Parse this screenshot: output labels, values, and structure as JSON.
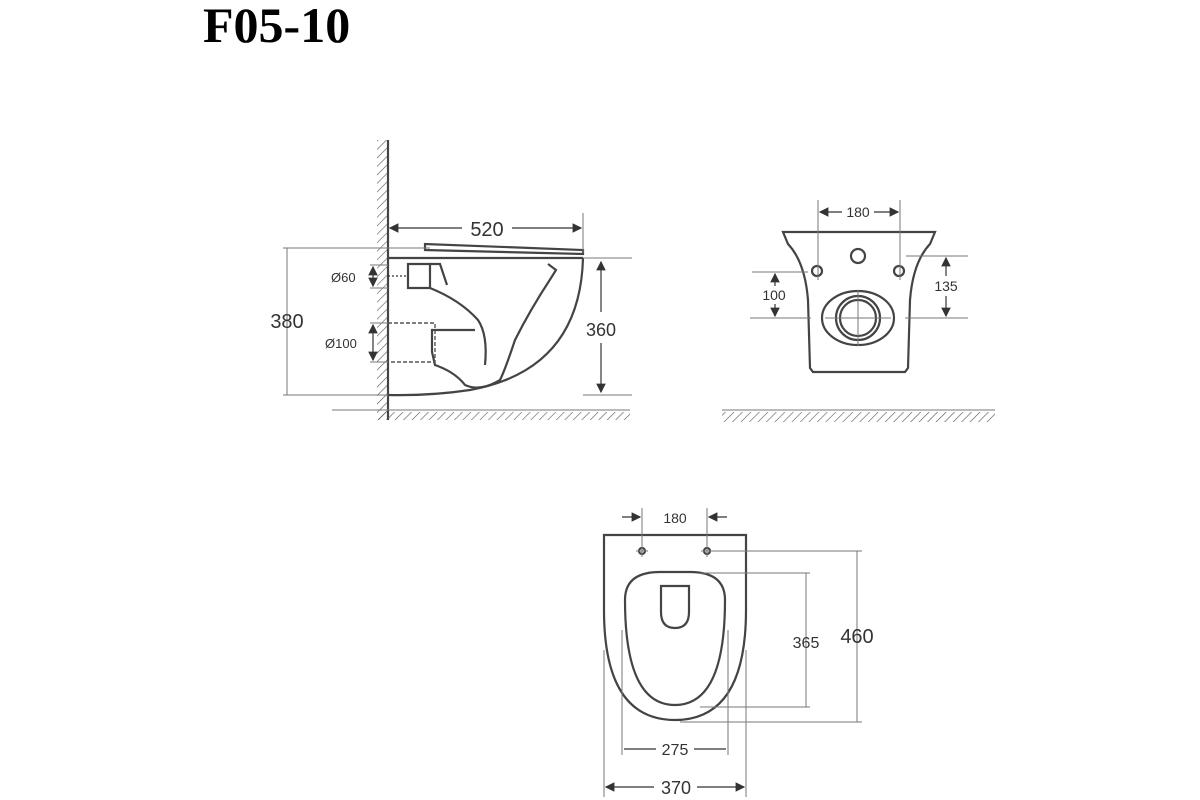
{
  "title": "F05-10",
  "side_view": {
    "width": "520",
    "total_height": "380",
    "bowl_height": "360",
    "inlet_diameter": "Ø60",
    "outlet_diameter": "Ø100"
  },
  "rear_view": {
    "bolt_spacing": "180",
    "outlet_height": "100",
    "inlet_height": "135"
  },
  "top_view": {
    "bolt_spacing": "180",
    "length": "460",
    "seat_length": "365",
    "seat_width": "275",
    "width": "370"
  }
}
